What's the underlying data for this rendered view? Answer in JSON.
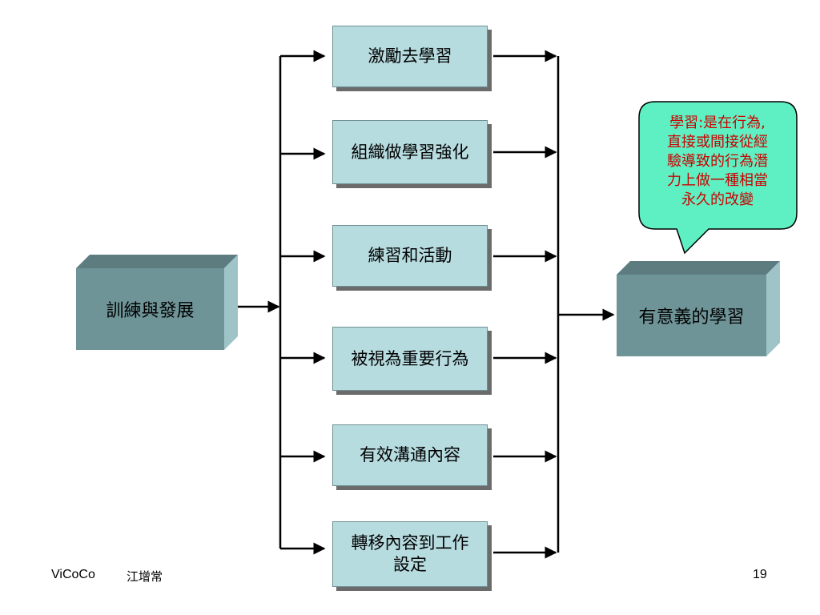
{
  "source": {
    "label": "訓練與發展"
  },
  "target": {
    "label": "有意義的學習"
  },
  "steps": [
    {
      "label": "激勵去學習"
    },
    {
      "label": "組織做學習強化"
    },
    {
      "label": "練習和活動"
    },
    {
      "label": "被視為重要行為"
    },
    {
      "label": "有效溝通內容"
    },
    {
      "label": "轉移內容到工作設定"
    }
  ],
  "callout": {
    "lines": [
      "學習:是在行為,",
      "直接或間接從經",
      "驗導致的行為潛",
      "力上做一種相當",
      "永久的改變"
    ]
  },
  "footer": {
    "brand": "ViCoCo",
    "author": "江增常",
    "page": "19"
  },
  "colors": {
    "step_fill": "#b7dce0",
    "cube_front": "#6e9497",
    "cube_top": "#5d7c80",
    "cube_side": "#9fc4c7",
    "callout_fill": "#5ef0c2",
    "callout_text": "#cc0000"
  }
}
